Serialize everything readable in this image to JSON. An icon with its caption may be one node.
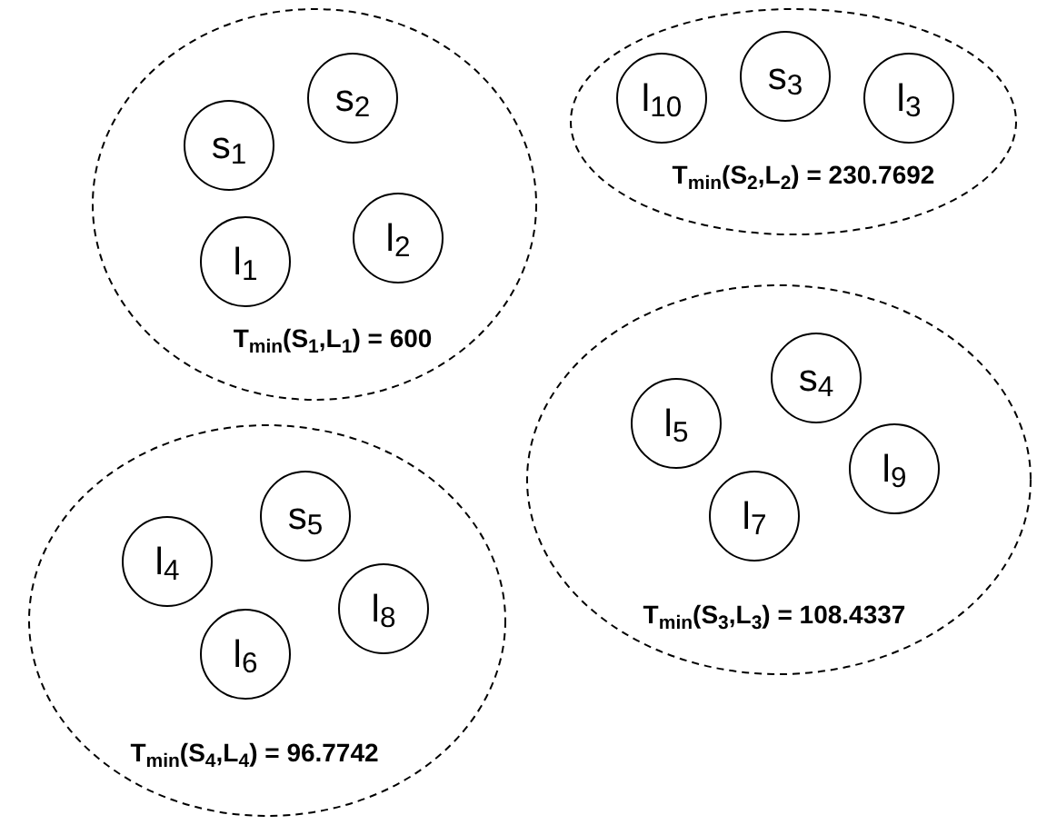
{
  "diagram": {
    "nodes": [
      {
        "text": [
          "T$_{min}$(S$_{1}$,L$_{1}$) = 600"
        ]
      },
      {
        "text": [
          "s$_{1}$"
        ],
        "in": 0
      },
      {
        "text": [
          "s$_{2}$"
        ],
        "in": 0
      },
      {
        "text": [
          "l$_{1}$"
        ],
        "in": 0
      },
      {
        "text": [
          "l$_{2}$"
        ],
        "in": 0
      },
      {
        "text": [
          "T$_{min}$(S$_{2}$,L$_{2}$) = 230.7692"
        ]
      },
      {
        "text": [
          "l$_{10}$"
        ],
        "in": 5
      },
      {
        "text": [
          "s$_{3}$"
        ],
        "in": 5
      },
      {
        "text": [
          "l$_{3}$"
        ],
        "in": 5
      },
      {
        "text": [
          "T$_{min}$(S$_{3}$,L$_{3}$) = 108.4337"
        ]
      },
      {
        "text": [
          "s$_{4}$"
        ],
        "in": 9
      },
      {
        "text": [
          "l$_{5}$"
        ],
        "in": 9
      },
      {
        "text": [
          "l$_{9}$"
        ],
        "in": 9
      },
      {
        "text": [
          "l$_{7}$"
        ],
        "in": 9
      },
      {
        "text": [
          "T$_{min}$(S$_{4}$,L$_{4}$) = 96.7742"
        ]
      },
      {
        "text": [
          "s$_{5}$"
        ],
        "in": 14
      },
      {
        "text": [
          "l$_{4}$"
        ],
        "in": 14
      },
      {
        "text": [
          "l$_{8}$"
        ],
        "in": 14
      },
      {
        "text": [
          "l$_{6}$"
        ],
        "in": 14
      }
    ]
  }
}
